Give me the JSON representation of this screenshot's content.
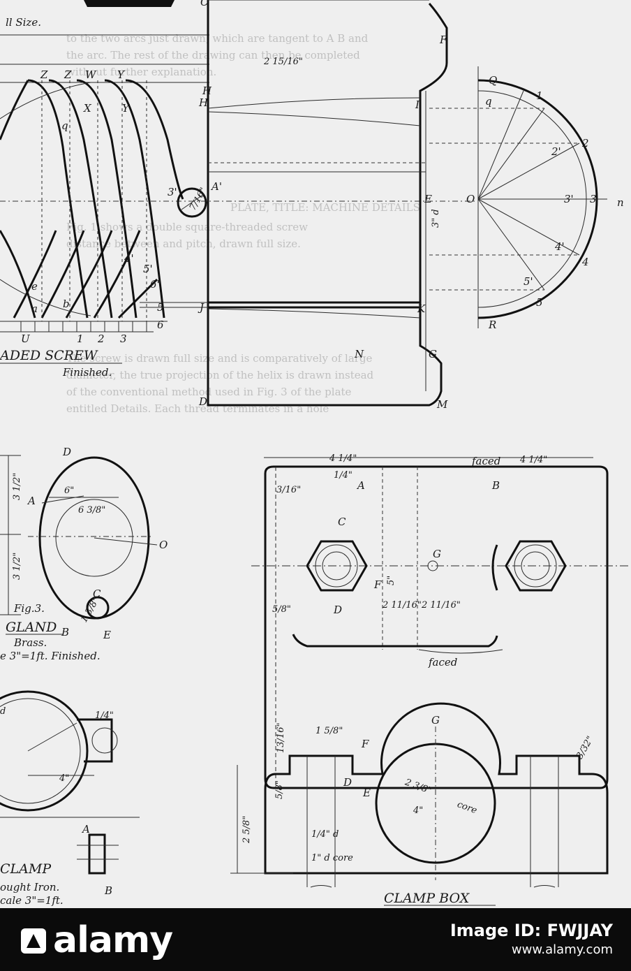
{
  "plate": {
    "scale_note": "ll Size.",
    "screw": {
      "caption": "ADED SCREW",
      "sub": "Finished.",
      "points": [
        "Z",
        "Z",
        "W",
        "Y",
        "X",
        "Y",
        "H",
        "A'",
        "U",
        "1",
        "2",
        "3",
        "5",
        "6",
        "q",
        "a",
        "b",
        "e",
        "3'",
        "4'",
        "5'",
        "6'"
      ],
      "dims": [
        "2 15/16\"",
        "7/16\"",
        "3\" d"
      ]
    },
    "nut_view": {
      "points": [
        "C",
        "F",
        "H",
        "I",
        "E",
        "J",
        "K",
        "N",
        "G",
        "D",
        "M",
        "Q",
        "q",
        "R",
        "O"
      ],
      "arc_points": [
        "1",
        "2",
        "2'",
        "3'",
        "3",
        "4'",
        "4",
        "5'",
        "5"
      ],
      "axis_label": "n"
    },
    "gland": {
      "fig": "Fig.3.",
      "caption": "GLAND",
      "material": "Brass.",
      "scale": "e 3\"=1ft. Finished.",
      "points": [
        "D",
        "A",
        "O",
        "C",
        "B",
        "E"
      ],
      "dims": [
        "6\"",
        "6 3/8\"",
        "3 1/2\"",
        "3 1/2\"",
        "1 3/8\""
      ]
    },
    "plate_view": {
      "labels": [
        "faced",
        "faced",
        "A",
        "B",
        "C",
        "F",
        "G",
        "D"
      ],
      "dims": [
        "4 1/4\"",
        "4 1/4\"",
        "3/16\"",
        "1/4\"",
        "5/8\"",
        "5\"",
        "2 11/16\"",
        "2 11/16\""
      ]
    },
    "clamp": {
      "caption": "CLAMP",
      "material": "ought Iron.",
      "scale": "cale 3\"=1ft.",
      "points": [
        "A",
        "B"
      ],
      "dims": [
        "4\"",
        "1/4\"",
        "d"
      ]
    },
    "clampbox": {
      "caption": "CLAMP BOX",
      "points": [
        "G",
        "F",
        "D",
        "E"
      ],
      "dims": [
        "1 5/8\"",
        "13/16\"",
        "5/8\"",
        "2 5/8\"",
        "2 3/8\"",
        "4\"",
        "1/4\" d",
        "1\" d core",
        "core",
        "3/32\""
      ]
    },
    "body_text": [
      "to the two arcs just drawn, which are tangent to A B and",
      "the arc. The rest of the drawing can then be completed",
      "without further explanation.",
      "PLATE, TITLE: MACHINE DETAILS",
      "Fig. 1 shows a double square-threaded screw",
      "distance between and pitch, drawn full size.",
      "The screw is drawn full size and is comparatively of large",
      "diameter, the true projection of the helix is drawn instead",
      "of the conventional method used in Fig. 3 of the plate",
      "entitled Details. Each thread terminates in a hole"
    ]
  },
  "footer": {
    "brand": "alamy",
    "image_id": "Image ID: FWJJAY",
    "url": "www.alamy.com"
  }
}
